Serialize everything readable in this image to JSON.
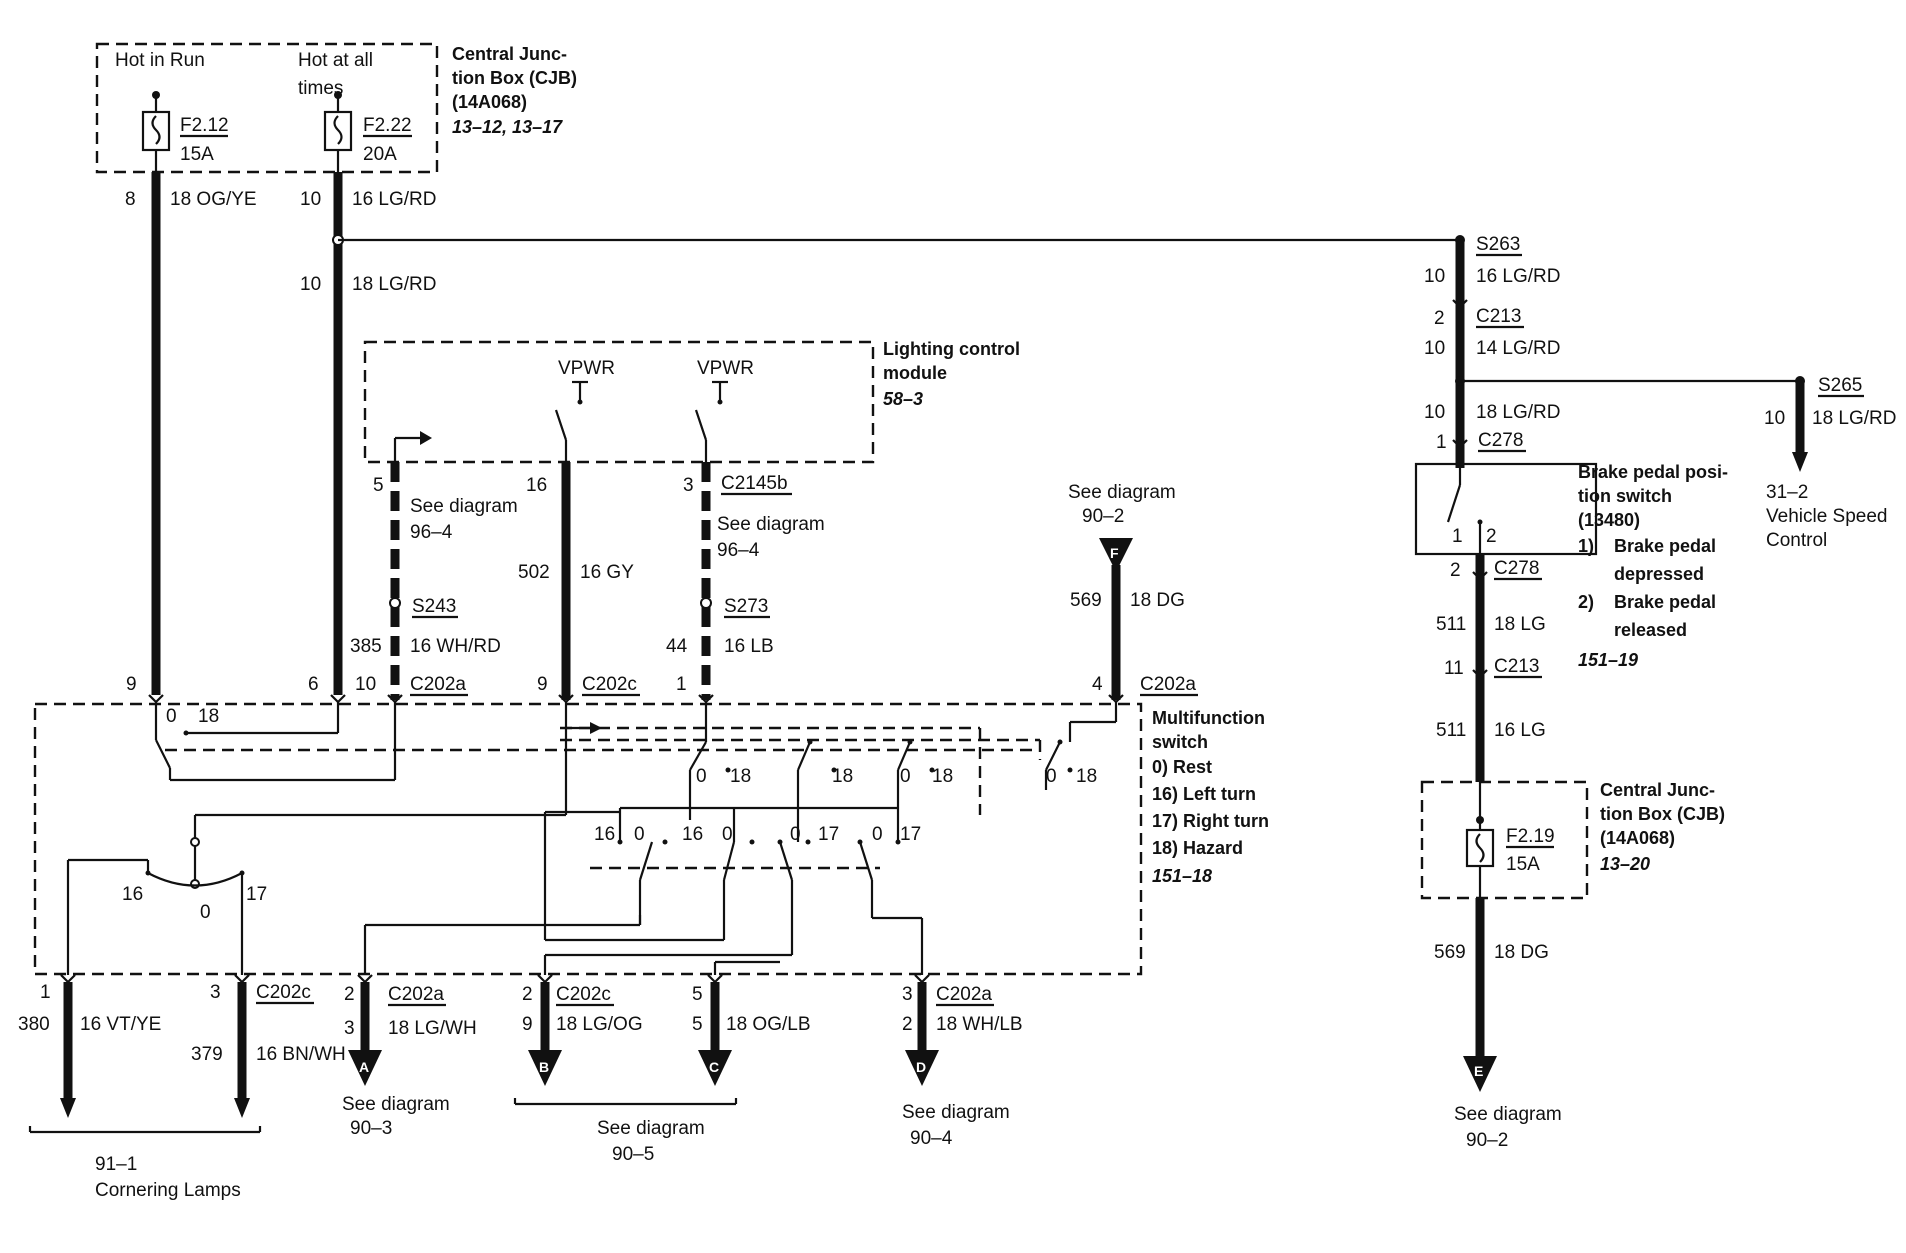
{
  "cjb_top": {
    "title1": "Central Junc-",
    "title2": "tion Box (CJB)",
    "part": "(14A068)",
    "ref": "13–12, 13–17",
    "hot_run": "Hot in Run",
    "hot_all_1": "Hot at all",
    "hot_all_2": "times",
    "fuse1_id": "F2.12",
    "fuse1_amp": "15A",
    "fuse2_id": "F2.22",
    "fuse2_amp": "20A"
  },
  "wire_labels": {
    "w8": "8",
    "w8_desc": "18 OG/YE",
    "w10a": "10",
    "w10a_desc": "16 LG/RD",
    "w10b": "10",
    "w10b_desc": "18 LG/RD",
    "w5": "5",
    "w16": "16",
    "w3": "3",
    "c2145b": "C2145b",
    "see964a": "See diagram",
    "see964a_ref": "96–4",
    "see964b": "See diagram",
    "see964b_ref": "96–4",
    "w502": "502",
    "w502_desc": "16 GY",
    "s243": "S243",
    "s273": "S273",
    "w385": "385",
    "w385_desc": "16 WH/RD",
    "w44": "44",
    "w44_desc": "16 LB",
    "see902_top": "See diagram",
    "see902_top_ref": "90–2",
    "w569_top": "569",
    "w569_top_desc": "18 DG",
    "p9": "9",
    "p6": "6",
    "p10": "10",
    "c202a_1": "C202a",
    "p9b": "9",
    "c202c_1": "C202c",
    "p1": "1",
    "p4": "4",
    "c202a_2": "C202a"
  },
  "lcm": {
    "title1": "Lighting control",
    "title2": "module",
    "ref": "58–3",
    "vpwr1": "VPWR",
    "vpwr2": "VPWR"
  },
  "mfs": {
    "title1": "Multifunction",
    "title2": "switch",
    "pos0": "0)    Rest",
    "pos16": "16)  Left turn",
    "pos17": "17)  Right turn",
    "pos18": "18)  Hazard",
    "ref": "151–18",
    "n0a": "0",
    "n18a": "18",
    "n0b": "0",
    "n18b": "18",
    "n18c": "18",
    "n0c": "0",
    "n18d": "18",
    "n0d": "0",
    "n18e": "18",
    "n16a": "16",
    "n0e": "0",
    "n16b": "16",
    "n0f": "0",
    "n0g": "0",
    "n17a": "17",
    "n0h": "0",
    "n17b": "17",
    "n16c": "16",
    "n0i": "0",
    "n17c": "17"
  },
  "bottom": {
    "p1": "1",
    "w380": "380",
    "w380_desc": "16 VT/YE",
    "p3": "3",
    "c202c": "C202c",
    "w379": "379",
    "w379_desc": "16 BN/WH",
    "pA2": "2",
    "c202a_A": "C202a",
    "pA3": "3",
    "wA_desc": "18 LG/WH",
    "pB2": "2",
    "c202c_B": "C202c",
    "pB9": "9",
    "wB_desc": "18 LG/OG",
    "pC5a": "5",
    "pC5b": "5",
    "wC_desc": "18 OG/LB",
    "pD3": "3",
    "c202a_D": "C202a",
    "pD2": "2",
    "wD_desc": "18 WH/LB",
    "markA": "A",
    "markB": "B",
    "markC": "C",
    "markD": "D",
    "markE": "E",
    "markF": "F",
    "seeA": "See diagram",
    "seeA_ref": "90–3",
    "seeBC": "See diagram",
    "seeBC_ref": "90–5",
    "seeD": "See diagram",
    "seeD_ref": "90–4",
    "corner_ref": "91–1",
    "corner_label": "Cornering Lamps"
  },
  "right": {
    "s263": "S263",
    "r10a": "10",
    "r10a_desc": "16 LG/RD",
    "r2": "2",
    "c213a": "C213",
    "r10b": "10",
    "r10b_desc": "14 LG/RD",
    "s265": "S265",
    "r10s": "10",
    "r10s_desc": "18 LG/RD",
    "vsc_ref": "31–2",
    "vsc1": "Vehicle Speed",
    "vsc2": "Control",
    "r10c": "10",
    "r10c_desc": "18 LG/RD",
    "r1": "1",
    "c278a": "C278",
    "bpp1": "Brake pedal posi-",
    "bpp2": "tion switch",
    "bpp3": "(13480)",
    "bpp_i1": "1)",
    "bpp_d1a": "Brake pedal",
    "bpp_d1b": "depressed",
    "bpp_i2": "2)",
    "bpp_d2a": "Brake pedal",
    "bpp_d2b": "released",
    "bpp_ref": "151–19",
    "sw1": "1",
    "sw2": "2",
    "r2b": "2",
    "c278b": "C278",
    "r511a": "511",
    "r511a_desc": "18 LG",
    "r11": "11",
    "c213b": "C213",
    "r511b": "511",
    "r511b_desc": "16 LG",
    "cjb_title1": "Central Junc-",
    "cjb_title2": "tion Box (CJB)",
    "cjb_part": "(14A068)",
    "cjb_ref": "13–20",
    "fuse_id": "F2.19",
    "fuse_amp": "15A",
    "r569": "569",
    "r569_desc": "18 DG",
    "seeE": "See diagram",
    "seeE_ref": "90–2"
  }
}
